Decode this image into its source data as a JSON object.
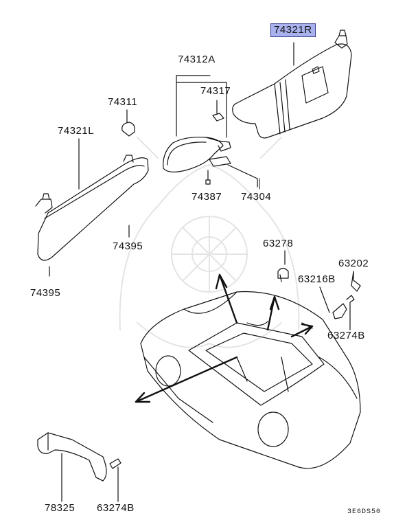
{
  "diagram": {
    "highlight_color": "#a9b2ee",
    "figure_code": "3E6DS50",
    "parts": {
      "p74321R": "74321R",
      "p74312A": "74312A",
      "p74317": "74317",
      "p74311": "74311",
      "p74321L": "74321L",
      "p74387": "74387",
      "p74304": "74304",
      "p74395a": "74395",
      "p74395b": "74395",
      "p63278": "63278",
      "p63202": "63202",
      "p63216B": "63216B",
      "p63274Ba": "63274B",
      "p78325": "78325",
      "p63274Bb": "63274B"
    }
  }
}
